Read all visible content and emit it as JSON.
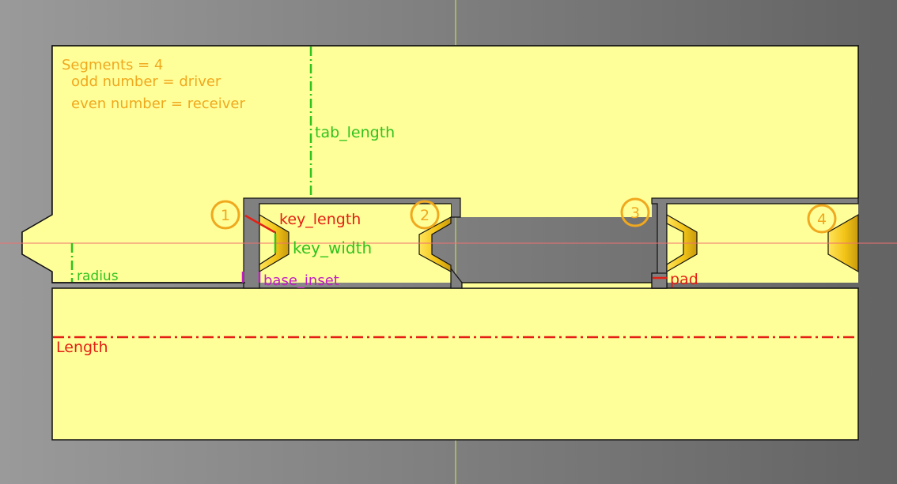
{
  "colors": {
    "background_left": "#9a9a9a",
    "background_right": "#636363",
    "sheet_fill": "#ffff99",
    "outline": "#111111",
    "key_fill": "#f2c417",
    "key_shade": "#c79a0c",
    "gap_fill": "#808080",
    "orange": "#f0a81e",
    "red": "#e41f14",
    "green": "#31c21e",
    "magenta": "#c21ec2",
    "axis_green": "#c8f050",
    "axis_red": "#f07070"
  },
  "notes": {
    "segments": "Segments = 4",
    "odd": "odd number = driver",
    "even": "even number = receiver"
  },
  "labels": {
    "tab_length": "tab_length",
    "key_length": "key_length",
    "key_width": "key_width",
    "radius": "radius",
    "base_inset": "base_inset",
    "pad": "pad",
    "length": "Length"
  },
  "markers": [
    "1",
    "2",
    "3",
    "4"
  ]
}
